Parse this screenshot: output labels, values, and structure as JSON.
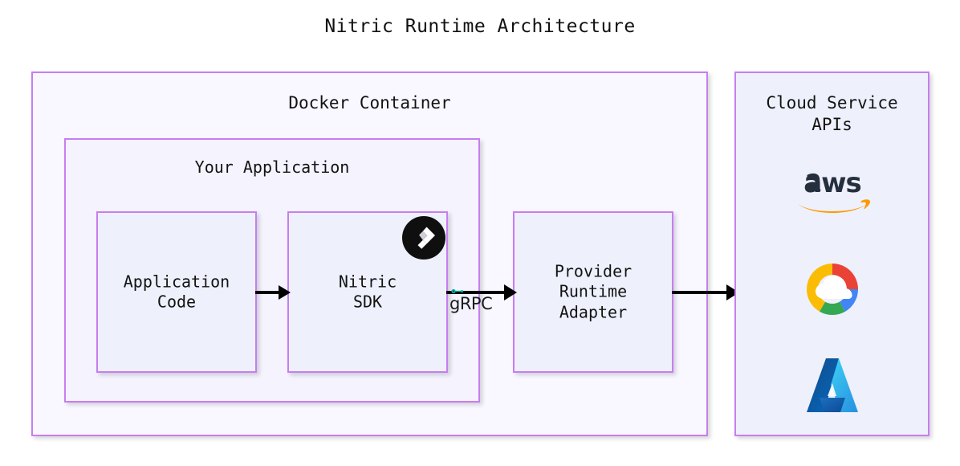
{
  "title": "Nitric Runtime Architecture",
  "containers": {
    "docker": {
      "label": "Docker Container",
      "name": "docker-container"
    },
    "cloud_apis": {
      "label": "Cloud Service\nAPIs",
      "name": "cloud-service-apis"
    },
    "your_application": {
      "label": "Your Application",
      "name": "your-application"
    }
  },
  "nodes": [
    {
      "id": "application-code",
      "label": "Application\nCode"
    },
    {
      "id": "nitric-sdk",
      "label": "Nitric\nSDK"
    },
    {
      "id": "provider-runtime-adapter",
      "label": "Provider\nRuntime\nAdapter"
    }
  ],
  "edges": [
    {
      "id": "arrow-code-to-sdk",
      "from": "Application Code",
      "to": "Nitric SDK",
      "label": ""
    },
    {
      "id": "arrow-sdk-to-adapter",
      "from": "Nitric SDK",
      "to": "Provider Runtime Adapter",
      "label": "gRPC"
    },
    {
      "id": "arrow-adapter-to-cloud",
      "from": "Provider Runtime Adapter",
      "to": "Cloud Service APIs",
      "label": ""
    }
  ],
  "edge_labels": {
    "grpc": "gRPC"
  },
  "badges": {
    "nitric_logo": "nitric-logo-icon"
  },
  "providers": [
    {
      "id": "aws-logo",
      "name": "aws-logo-icon",
      "label": "aws"
    },
    {
      "id": "gcp-logo",
      "name": "google-cloud-logo-icon",
      "label": ""
    },
    {
      "id": "azure-logo",
      "name": "azure-logo-icon",
      "label": ""
    }
  ],
  "colors": {
    "box_border": "#c77ef0",
    "outer_fill": "#f9f7ff",
    "inner_fill": "#f4f3fe",
    "leaf_fill": "#eef0fc",
    "arrow": "#000000",
    "text": "#131313",
    "aws_text": "#252f3e",
    "aws_swoosh": "#ff9900",
    "grpc_accent": "#00b2a9",
    "nitric_badge": "#0f0f0f",
    "azure_blue": "#0078d4",
    "gcp_red": "#ea4335",
    "gcp_blue": "#4285f4",
    "gcp_yellow": "#fbbc05",
    "gcp_green": "#34a853"
  }
}
